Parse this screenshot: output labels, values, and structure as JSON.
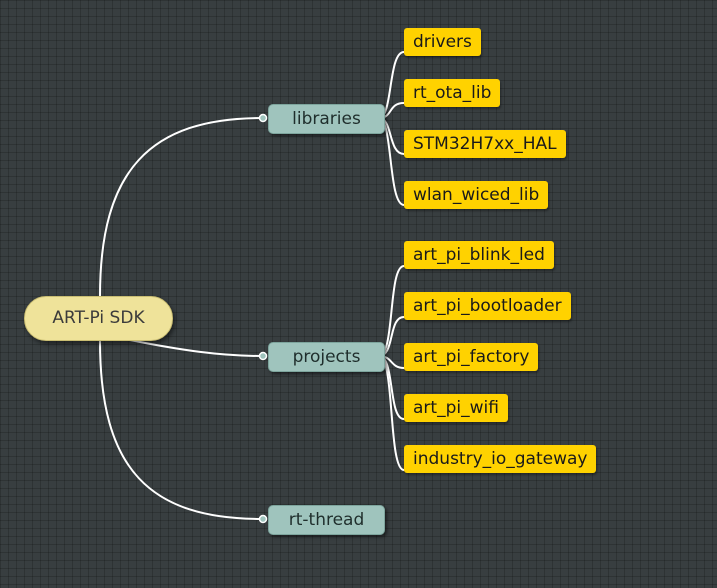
{
  "root": {
    "label": "ART-Pi SDK"
  },
  "branches": [
    {
      "label": "libraries",
      "children": [
        "drivers",
        "rt_ota_lib",
        "STM32H7xx_HAL",
        "wlan_wiced_lib"
      ]
    },
    {
      "label": "projects",
      "children": [
        "art_pi_blink_led",
        "art_pi_bootloader",
        "art_pi_factory",
        "art_pi_wifi",
        "industry_io_gateway"
      ]
    },
    {
      "label": "rt-thread",
      "children": []
    }
  ],
  "colors": {
    "background": "#383e40",
    "root_fill": "#efe39a",
    "branch_fill": "#9fc4bd",
    "leaf_fill": "#ffd200",
    "connector": "#ffffff"
  }
}
